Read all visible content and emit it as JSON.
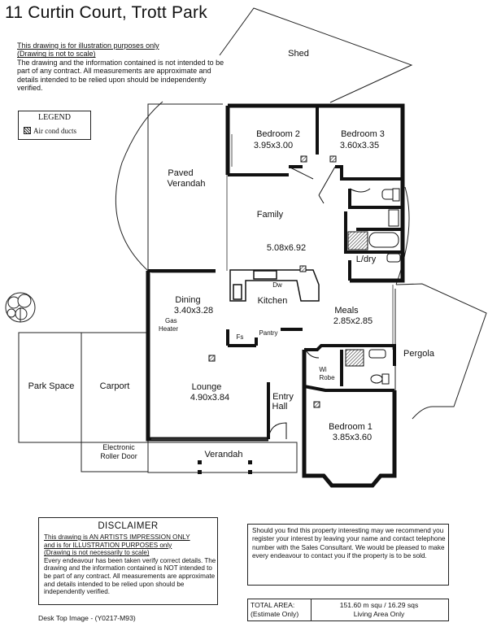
{
  "title": "11 Curtin Court,  Trott Park",
  "intro": {
    "line1": "This drawing is for illustration purposes only",
    "line2": "(Drawing is not to scale)",
    "body": "The drawing and the information contained is not intended to be part of any contract.  All measurements are approximate and details intended to be relied upon should be independently verified."
  },
  "legend": {
    "title": "LEGEND",
    "item": "Air cond ducts"
  },
  "rooms": {
    "shed": "Shed",
    "bed2_name": "Bedroom 2",
    "bed2_dim": "3.95x3.00",
    "bed3_name": "Bedroom 3",
    "bed3_dim": "3.60x3.35",
    "verandah_top": "Paved",
    "verandah_bottom": "Verandah",
    "family": "Family",
    "family_dim": "5.08x6.92",
    "ldry": "L/dry",
    "dw": "Dw",
    "kitchen": "Kitchen",
    "dining": "Dining",
    "dining_dim": "3.40x3.28",
    "gas1": "Gas",
    "gas2": "Heater",
    "meals": "Meals",
    "meals_dim": "2.85x2.85",
    "fs": "Fs",
    "pantry": "Pantry",
    "pergola": "Pergola",
    "wi1": "Wi",
    "wi2": "Robe",
    "park": "Park Space",
    "carport": "Carport",
    "lounge": "Lounge",
    "lounge_dim": "4.90x3.84",
    "entry1": "Entry",
    "entry2": "Hall",
    "bed1_name": "Bedroom 1",
    "bed1_dim": "3.85x3.60",
    "roller1": "Electronic",
    "roller2": "Roller Door",
    "front_verandah": "Verandah"
  },
  "disclaimer": {
    "heading": "DISCLAIMER",
    "u1": "This drawing is AN ARTISTS IMPRESSION ONLY",
    "u2": "and is for ILLUSTRATION PURPOSES only",
    "u3": "(Drawing is not necessarily to scale)",
    "body": "Every endeavour has been taken verify correct details. The drawing and the information contained is NOT intended to be part of any contract.  All measurements are approximate and details intended to be relied upon should be independently verified."
  },
  "contact": "Should you find this property interesting may we recommend you register your interest by leaving your name and contact telephone number with the Sales Consultant. We would be pleased to make every endeavour to contact you if the property is to be sold.",
  "area": {
    "label1": "TOTAL AREA:",
    "label2": "(Estimate Only)",
    "value": "151.60 m squ / 16.29 sqs",
    "note": "Living Area Only"
  },
  "footer": "Desk Top Image - (Y0217-M93)"
}
